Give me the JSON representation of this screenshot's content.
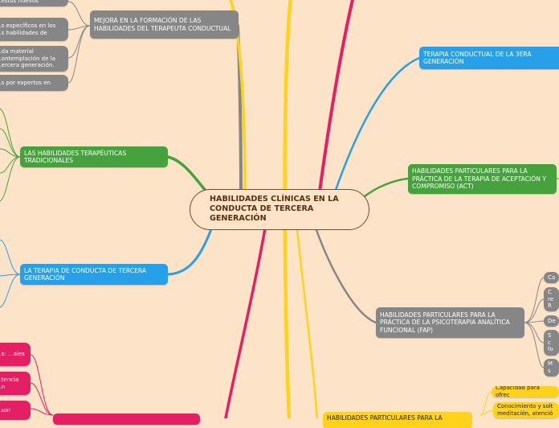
{
  "center": "HABILIDADES CLÍNICAS EN LA CONDUCTA DE TERCERA GENERACIÓN",
  "colors": {
    "background": "#fde4c8",
    "blue": "#26a0e8",
    "green": "#46a23c",
    "gray": "#868686",
    "yellow": "#ffd31c",
    "pink": "#e51f63",
    "center_border": "#7a4a26"
  },
  "branches": {
    "mejora": "MEJORA EN LA FORMACIÓN DE LAS HABILIDADES DEL TERAPEUTA CONDUCTUAL",
    "tradicionales": "LAS HABILIDADES TERAPÉUTICAS TRADICIONALES",
    "tercera": "LA TERAPIA DE CONDUCTA DE TERCERA GENERACIÓN",
    "terapia_3era": "TERAPIA CONDUCTUAL DE LA 3ERA GENERACIÓN",
    "act": "HABILIDADES PARTICULARES PARA LA PRÁCTICA DE LA TERAPIA DE ACEPTACIÓN Y COMPROMISO (ACT)",
    "fap": "HABILIDADES PARTICULARES PARA LA PRÁCTICA DE LA PSICOTERAPIA ANALÍTICA FUNCIONAL (FAP)",
    "bottom_yellow": "HABILIDADES PARTICULARES PARA LA"
  },
  "mejora_children": [
    "...estos nuevos",
    "...s específicos en los ...s habilidades de",
    "...da material ...ontemplación de la ...ercera generación.",
    "...s por expertos en"
  ],
  "fap_children": [
    "Ca",
    "C re R",
    "De",
    "S c fo",
    "M s"
  ],
  "yellow_children": [
    "Capacidad para ofrec",
    "Conocimiento y solt meditación, atenció"
  ],
  "pink_children": [
    "...s: ...ales",
    "...tencia ...n",
    "...uar"
  ]
}
